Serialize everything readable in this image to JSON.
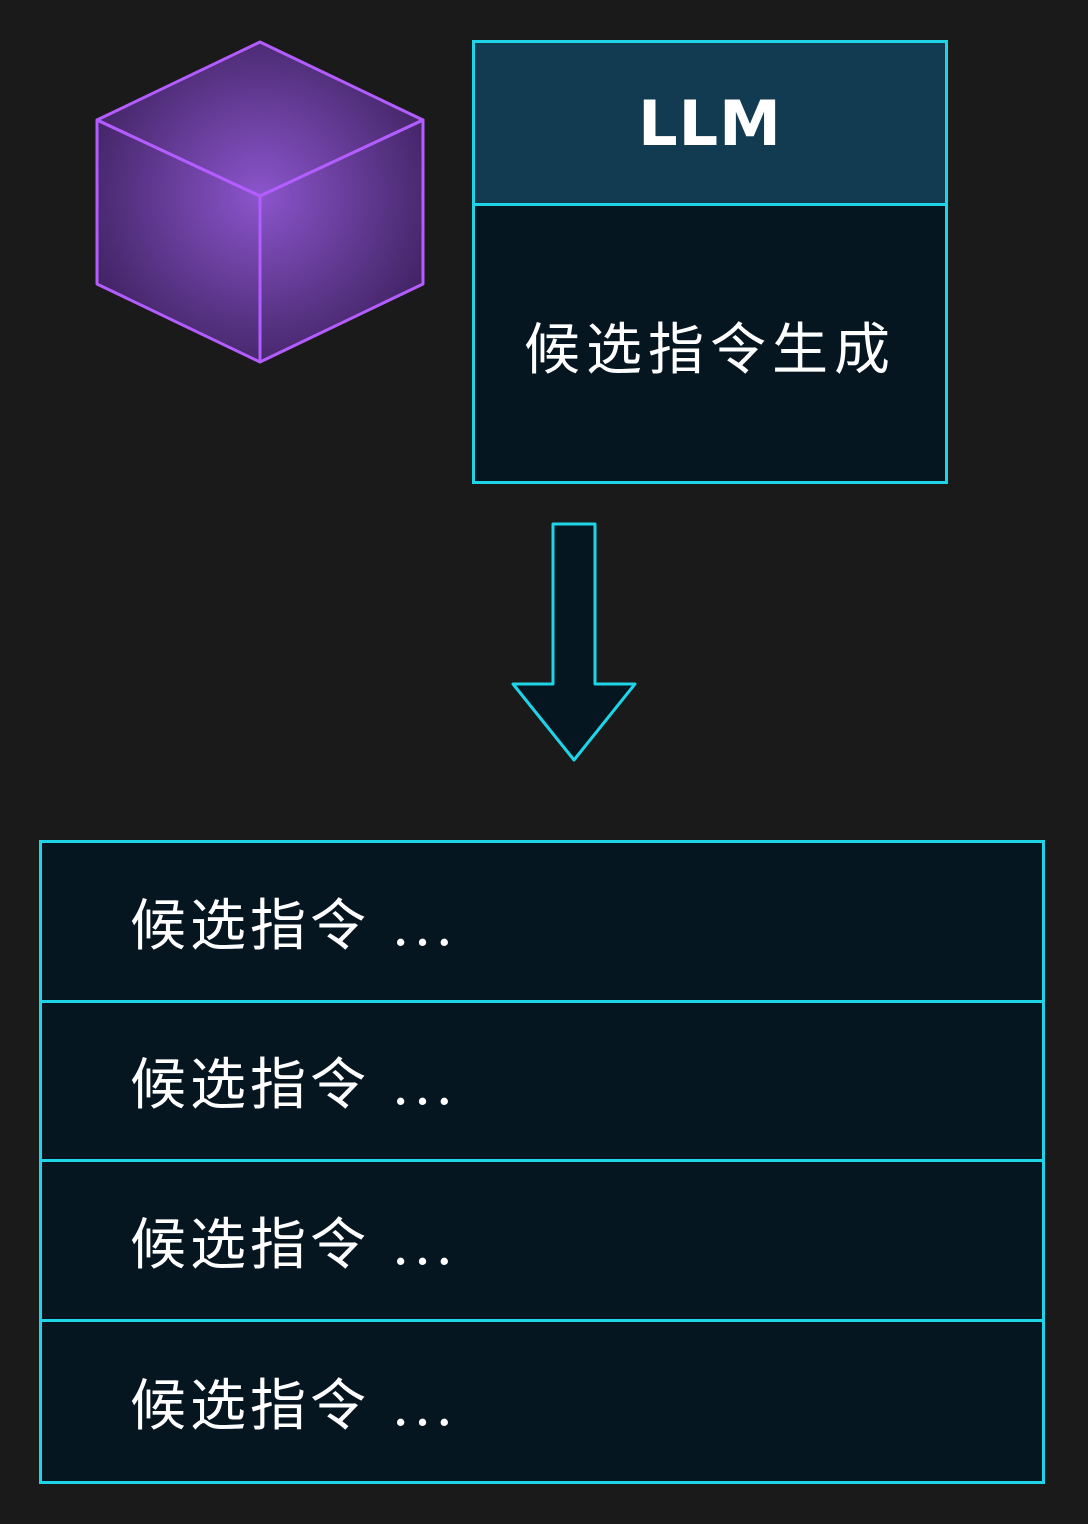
{
  "cube": {
    "icon": "cube-icon",
    "fill_color": "#7a43b6",
    "stroke_color": "#b35cff"
  },
  "llm_box": {
    "title": "LLM",
    "subtitle": "候选指令生成",
    "border_color": "#1fd4e6",
    "header_color": "#123a50"
  },
  "arrow": {
    "icon": "arrow-down-icon"
  },
  "candidates": [
    {
      "label": "候选指令 ..."
    },
    {
      "label": "候选指令 ..."
    },
    {
      "label": "候选指令 ..."
    },
    {
      "label": "候选指令 ..."
    }
  ]
}
